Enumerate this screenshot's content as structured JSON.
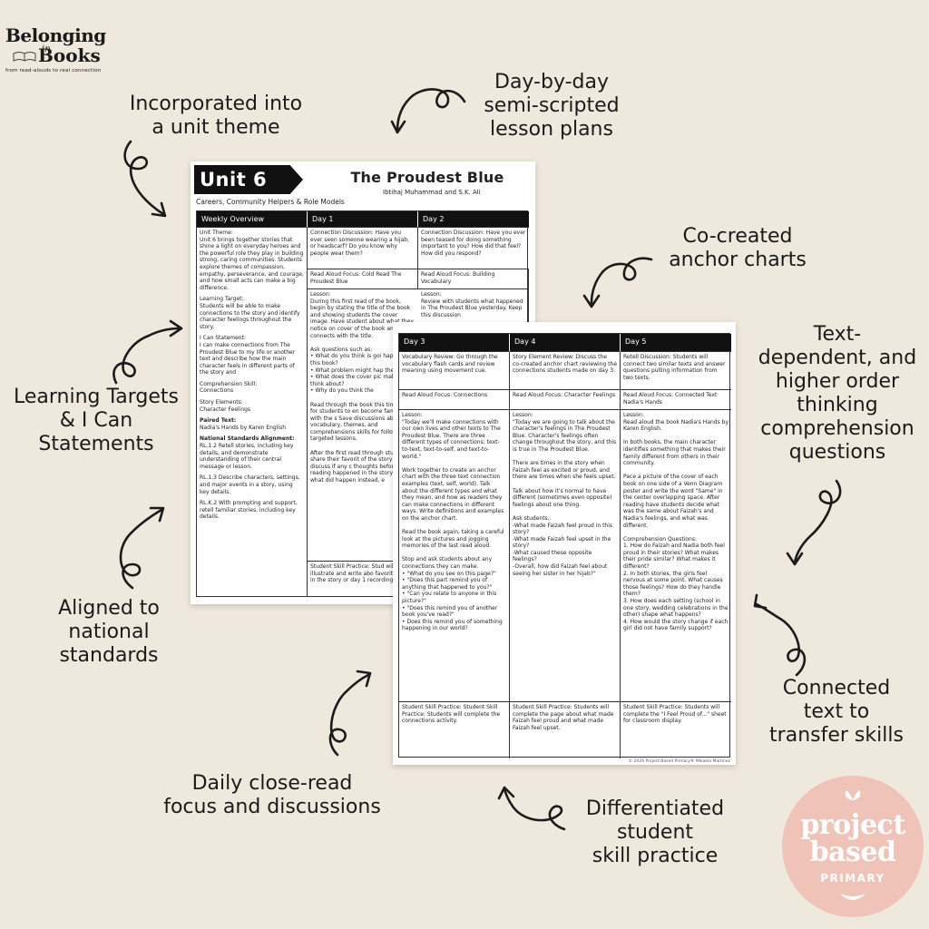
{
  "logo": {
    "line1": "Belonging",
    "in": "in",
    "line2": "Books",
    "tagline": "from read-alouds to real connection"
  },
  "callouts": {
    "unit_theme": "Incorporated into\na unit theme",
    "lesson_plans": "Day-by-day\nsemi-scripted\nlesson plans",
    "anchor_charts": "Co-created\nanchor charts",
    "text_dependent": "Text-\ndependent, and\nhigher order\nthinking\ncomprehension\nquestions",
    "learning_targets": "Learning Targets\n& I Can\nStatements",
    "standards": "Aligned to\nnational\nstandards",
    "connected_text": "Connected\ntext to\ntransfer skills",
    "close_read": "Daily close-read\nfocus and discussions",
    "differentiated": "Differentiated\nstudent\nskill practice"
  },
  "page1": {
    "unit_label": "Unit 6",
    "title": "The Proudest Blue",
    "authors": "Ibtihaj Muhammad and S.K. Ali",
    "subtitle": "Careers, Community Helpers & Role Models",
    "headers": [
      "Weekly Overview",
      "Day 1",
      "Day 2"
    ],
    "overview": {
      "unit_theme_label": "Unit Theme:",
      "unit_theme": "Unit 6 brings together stories that shine a light on everyday heroes and the powerful role they play in building strong, caring communities. Students explore themes of compassion, empathy, perseverance, and courage, and how small acts can make a big difference.",
      "target_label": "Learning Target:",
      "target": "Students will be able to make connections to the story and identify character feelings throughout the story.",
      "ican_label": "I Can Statement:",
      "ican": "I can make connections from The Proudest Blue to my life or another text and describe how the main character feels in different parts of the story and",
      "skill_label": "Comprehension Skill:",
      "skill": "Connections",
      "elements_label": "Story Elements:",
      "elements": "Character Feelings",
      "paired_label": "Paired Text:",
      "paired": "Nadia's Hands by Karen English",
      "standards_label": "National Standards Alignment:",
      "std1": "RL.1.2 Retell stories, including key details, and demonstrate understanding of their central message or lesson.",
      "std2": "RL.1.3 Describe characters, settings, and major events in a story, using key details.",
      "std3": "RL.K.2 With prompting and support, retell familiar stories, including key details."
    },
    "day1": {
      "connection": "Connection Discussion: Have you ever seen someone wearing a hijab, or headscarf? Do you know why people wear them?",
      "focus": "Read Aloud Focus: Cold Read The Proudest Blue",
      "lesson": "Lesson:\nDuring this first read of the book, begin by stating the title of the book and showing students the cover image. Have student about what they notice on cover of the book and how connects with the title.\n\nAsk questions such as:\n• What do you think is goi happen in this book?\n• What problem might hap the story?\n• What does the cover pic make you think about?\n• Why do you think the\n\nRead through the book this time just for students to en become familiar with the s Save discussions about the vocabulary, themes, and comprehensions skills for following targeted lessons.\n\nAfter the first read through students share their favorit of the story, discuss if any c thoughts before reading happened in the story, and what did happen instead, e",
      "practice": "Student Skill Practice: Stud will illustrate and write abo favorite part in the story or day 1 recording sheet."
    },
    "day2": {
      "connection": "Connection Discussion: Have you ever been teased for doing something important to you? How did that feel? How did you respond?",
      "focus": "Read Aloud Focus: Building Vocabulary",
      "lesson": "Lesson:\nReview with students what happened in The Proudest Blue yesterday. Keep this discussion"
    }
  },
  "page2": {
    "headers": [
      "Day 3",
      "Day 4",
      "Day 5"
    ],
    "day3": {
      "review": "Vocabulary Review: Go through the vocabulary flash cards and review meaning using movement cue.",
      "focus": "Read Aloud Focus: Connections",
      "lesson": "Lesson:\n\"Today we'll make connections with our own lives and other texts to The Proudest Blue. There are three different types of connections: text-to-text, text-to-self, and text-to-world.\"\n\nWork together to create an anchor chart with the three text connection examples (text, self, world). Talk about the different types and what they mean, and how as readers they can make connections in different ways. Write definitions and examples on the anchor chart.\n\nRead the book again, taking a careful look at the pictures and jogging memories of the last read aloud.\n\nStop and ask students about any connections they can make.\n• \"What do you see on this page?\"\n• \"Does this part remind you of anything that happened to you?\"\n• \"Can you relate to anyone in this picture?\"\n• \"Does this remind you of another book you've read?\"\n• Does this remind you of something happening in our world?",
      "practice": "Student Skill Practice: Student Skill Practice: Students will complete the connections activity."
    },
    "day4": {
      "review": "Story Element Review: Discuss the co-created anchor chart reviewing the connections students made on day 3.",
      "focus": "Read Aloud Focus: Character Feelings",
      "lesson": "Lesson:\n\"Today we are going to talk about the character's feelings in The Proudest Blue. Character's feelings often change throughout the story, and this is true in The Proudest Blue.\n\nThere are times in the story when Faizah feel as excited or proud, and there are times when she feels upset.\n\nTalk about how it's normal to have different (sometimes even opposite) feelings about one thing.\n\nAsk students..\n-What made Faizah feel proud in this story?\n-What made Faizah feel upset in the story?\n-What caused these opposite feelings?\n-Overall, how did Faizah feel about seeing her sister in her hijab?\"",
      "practice": "Student Skill Practice: Students will complete the page about what made Faizah feel proud and what made Faizah feel upset."
    },
    "day5": {
      "review": "Retell Discussion: Students will connect two similar texts and answer questions pulling information from two texts.",
      "focus": "Read Aloud Focus: Connected Text Nadia's Hands",
      "lesson": "Lesson:\nRead aloud the book Nadia's Hands by Karen English.\n\nIn both books, the main character identifies something that makes their family different from others in their community.\n\nPace a picture of the cover of each book on one side of a Venn Diagram poster and write the word \"Same\" in the center overlapping space. After reading have students decide what was the same about Faizah's and Nadia's feelings, and what was different.\n\nComprehension Questions:\n1. How do Faizah and Nadia both feel proud in their stories? What makes their pride similar? What makes it different?\n2. In both stories, the girls feel nervous at some point. What causes those feelings? How do they handle them?\n3. How does each setting (school in one story, wedding celebrations in the other) shape what happens?\n4. How would the story change if each girl did not have family support?",
      "practice": "Student Skill Practice: Students will complete the \"I Feel Proud of...\" sheet for classroom display."
    },
    "copyright": "© 2026 Project Based Primary® Mikaela Martinez"
  },
  "badge": {
    "word1": "project",
    "word2": "based",
    "word3": "PRIMARY"
  },
  "colors": {
    "background": "#efe8dc",
    "ink": "#1b1b1b",
    "badge": "#f0c3b9"
  }
}
